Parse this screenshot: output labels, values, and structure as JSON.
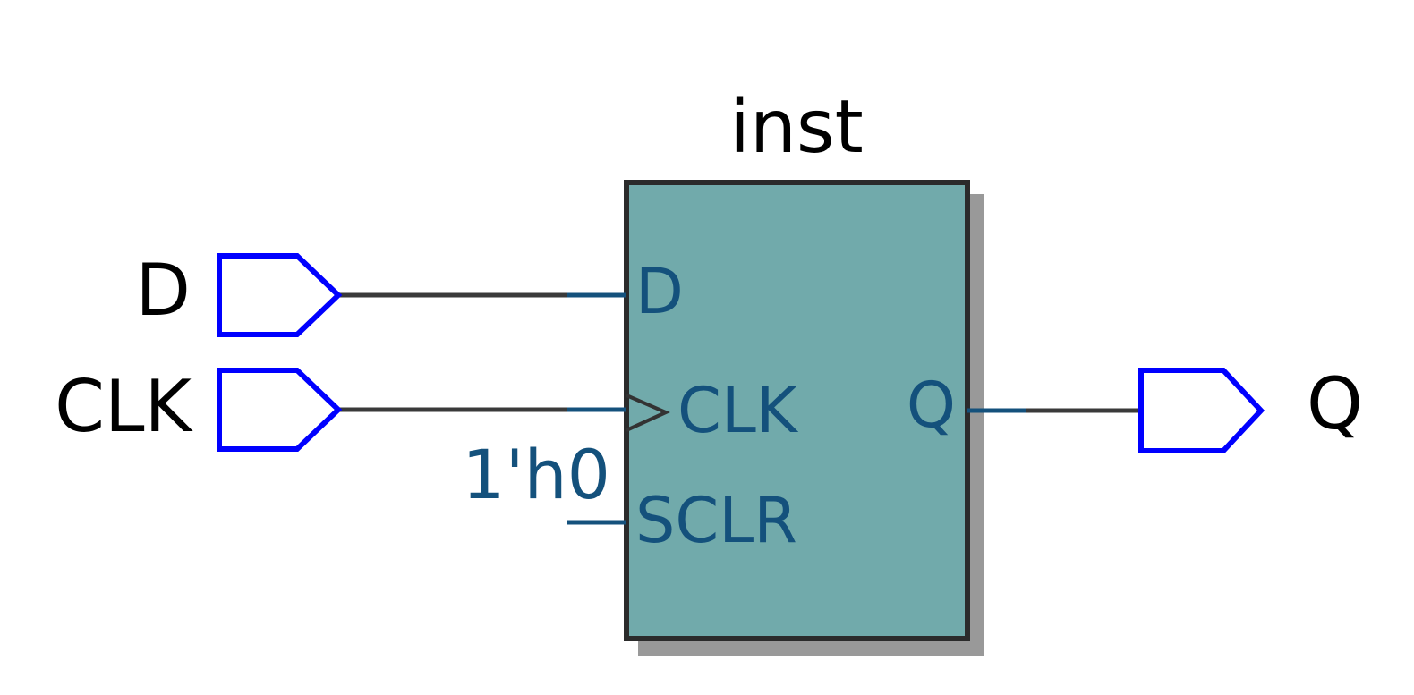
{
  "colors": {
    "background": "#ffffff",
    "port_outline": "#0000ff",
    "port_fill": "#ffffff",
    "wire": "#3a3a3a",
    "net_stub": "#14517c",
    "pin_text": "#14517c",
    "block_fill": "#71aaab",
    "block_border": "#2b2b2b",
    "block_shadow": "#999999",
    "label_text": "#000000",
    "clock_marker": "#333333"
  },
  "schematic": {
    "instance": {
      "name": "inst",
      "pins": [
        {
          "name": "D"
        },
        {
          "name": "CLK"
        },
        {
          "name": "SCLR"
        },
        {
          "name": "Q"
        }
      ]
    },
    "input_ports": [
      {
        "name": "D"
      },
      {
        "name": "CLK"
      }
    ],
    "output_ports": [
      {
        "name": "Q"
      }
    ],
    "constants": [
      {
        "value": "1'h0"
      }
    ]
  }
}
